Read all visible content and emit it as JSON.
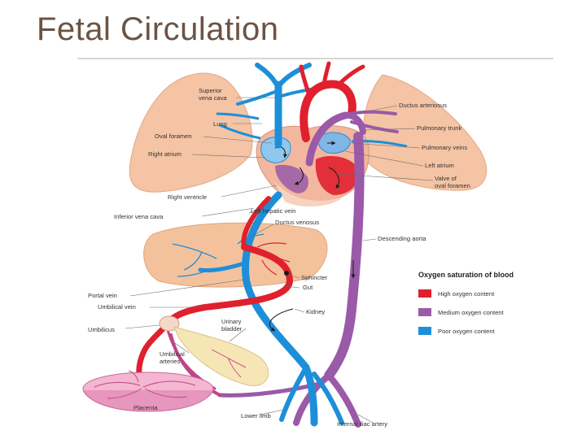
{
  "title": "Fetal Circulation",
  "colors": {
    "high": "#e0202e",
    "medium": "#9a5aa8",
    "poor": "#1d8fd8",
    "lung": "#f4c4a4",
    "liver": "#f3c29c",
    "placenta": "#f4b6d0"
  },
  "labels": {
    "superior_vena_cava": [
      "Superior",
      "vena cava"
    ],
    "lung": "Lung",
    "oval_foramen": "Oval foramen",
    "right_atrium": "Right atrium",
    "right_ventricle": "Right ventricle",
    "inferior_vena_cava": "Inferior vena cava",
    "portal_vein": "Portal vein",
    "umbilical_vein": "Umbilical vein",
    "umbilicus": "Umbilicus",
    "umbilical_arteries": [
      "Umbilical",
      "arteries"
    ],
    "placenta": "Placenta",
    "ductus_arteriosus": "Ductus arteriosus",
    "pulmonary_trunk": "Pulmonary trunk",
    "pulmonary_veins": "Pulmonary veins",
    "left_atrium": "Left atrium",
    "valve_of_oval_foramen": [
      "Valve of",
      "oval foramen"
    ],
    "left_hepatic_vein": "Left hepatic vein",
    "ductus_venosus": "Ductus venosus",
    "descending_aorta": "Descending aorta",
    "sphincter": "Sphincter",
    "gut": "Gut",
    "kidney": "Kidney",
    "urinary_bladder": [
      "Urinary",
      "bladder"
    ],
    "lower_limb": "Lower limb",
    "internal_iliac_artery": "Internal iliac artery"
  },
  "legend": {
    "title": "Oxygen saturation of blood",
    "items": [
      {
        "label": "High oxygen content",
        "color": "#e0202e"
      },
      {
        "label": "Medium oxygen content",
        "color": "#9a5aa8"
      },
      {
        "label": "Poor oxygen content",
        "color": "#1d8fd8"
      }
    ]
  }
}
